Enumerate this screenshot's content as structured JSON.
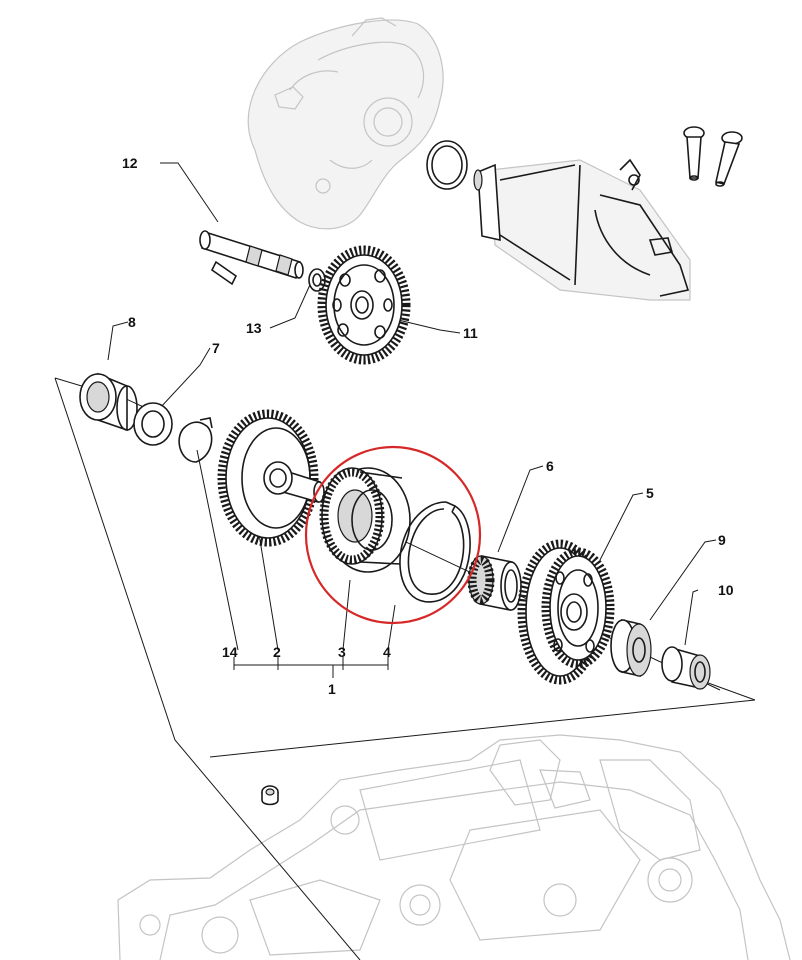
{
  "callouts": {
    "c1": "1",
    "c2": "2",
    "c3": "3",
    "c4": "4",
    "c5": "5",
    "c6": "6",
    "c7": "7",
    "c8": "8",
    "c9": "9",
    "c10": "10",
    "c11": "11",
    "c12": "12",
    "c13": "13",
    "c14": "14"
  },
  "colors": {
    "highlight": "#d62828",
    "line": "#1a1a1a",
    "ghost": "#c4c4c4"
  }
}
